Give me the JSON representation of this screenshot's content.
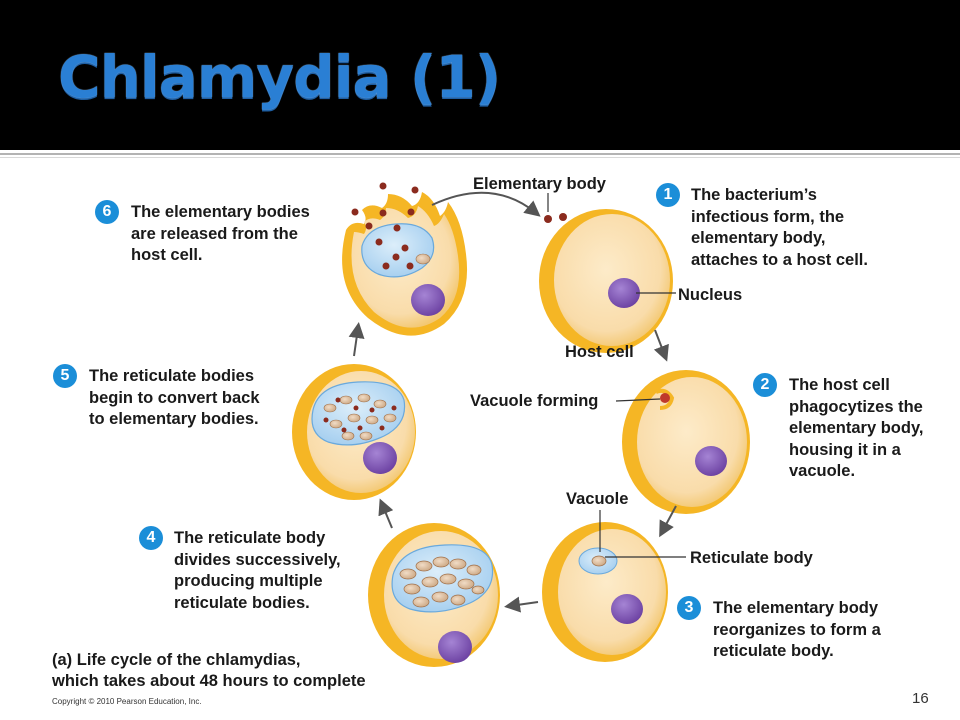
{
  "slide": {
    "title": "Chlamydia (1)",
    "page_number": "16",
    "copyright": "Copyright © 2010 Pearson Education, Inc."
  },
  "labels": {
    "elementary_body": "Elementary body",
    "nucleus": "Nucleus",
    "host_cell": "Host cell",
    "vacuole_forming": "Vacuole forming",
    "vacuole": "Vacuole",
    "reticulate_body": "Reticulate body"
  },
  "steps": [
    {
      "number": "1",
      "text": "The bacterium’s\ninfectious form, the\nelementary body,\nattaches to a host cell."
    },
    {
      "number": "2",
      "text": "The host cell\nphagocytizes the\nelementary body,\nhousing it in a\nvacuole."
    },
    {
      "number": "3",
      "text": "The elementary body\nreorganizes to form a\nreticulate body."
    },
    {
      "number": "4",
      "text": "The reticulate body\ndivides successively,\nproducing multiple\nreticulate bodies."
    },
    {
      "number": "5",
      "text": "The reticulate bodies\nbegin to convert back\nto elementary bodies."
    },
    {
      "number": "6",
      "text": "The elementary bodies\nare released from the\nhost cell."
    }
  ],
  "caption": {
    "part": "(a)",
    "text": "Life cycle of the chlamydias,\nwhich takes about 48 hours to complete"
  },
  "colors": {
    "title": "#2a7fd4",
    "step_badge": "#1b8ed8",
    "cell_fill": "#fbe2b8",
    "cell_rim": "#f6b92a",
    "nucleus": "#7d54b0",
    "vacuole": "#b7daf2",
    "elementary_body": "#8b2b1e"
  }
}
